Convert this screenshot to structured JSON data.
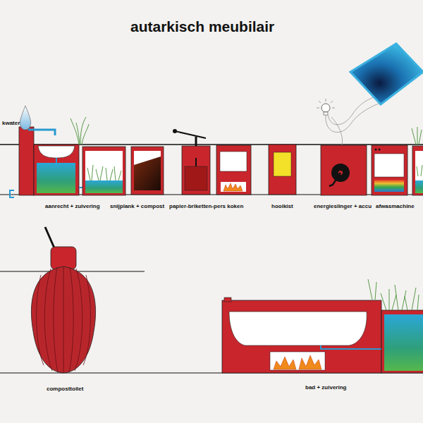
{
  "diagram": {
    "title": "autarkisch meubilair",
    "labels": [
      "kwater",
      "aanrecht + zuivering",
      "snijplank + compost",
      "papier-briketten-pers koken",
      "hooikist",
      "energieslinger + accu",
      "afwasmachine",
      "composttoilet",
      "bad + zuivering"
    ]
  }
}
